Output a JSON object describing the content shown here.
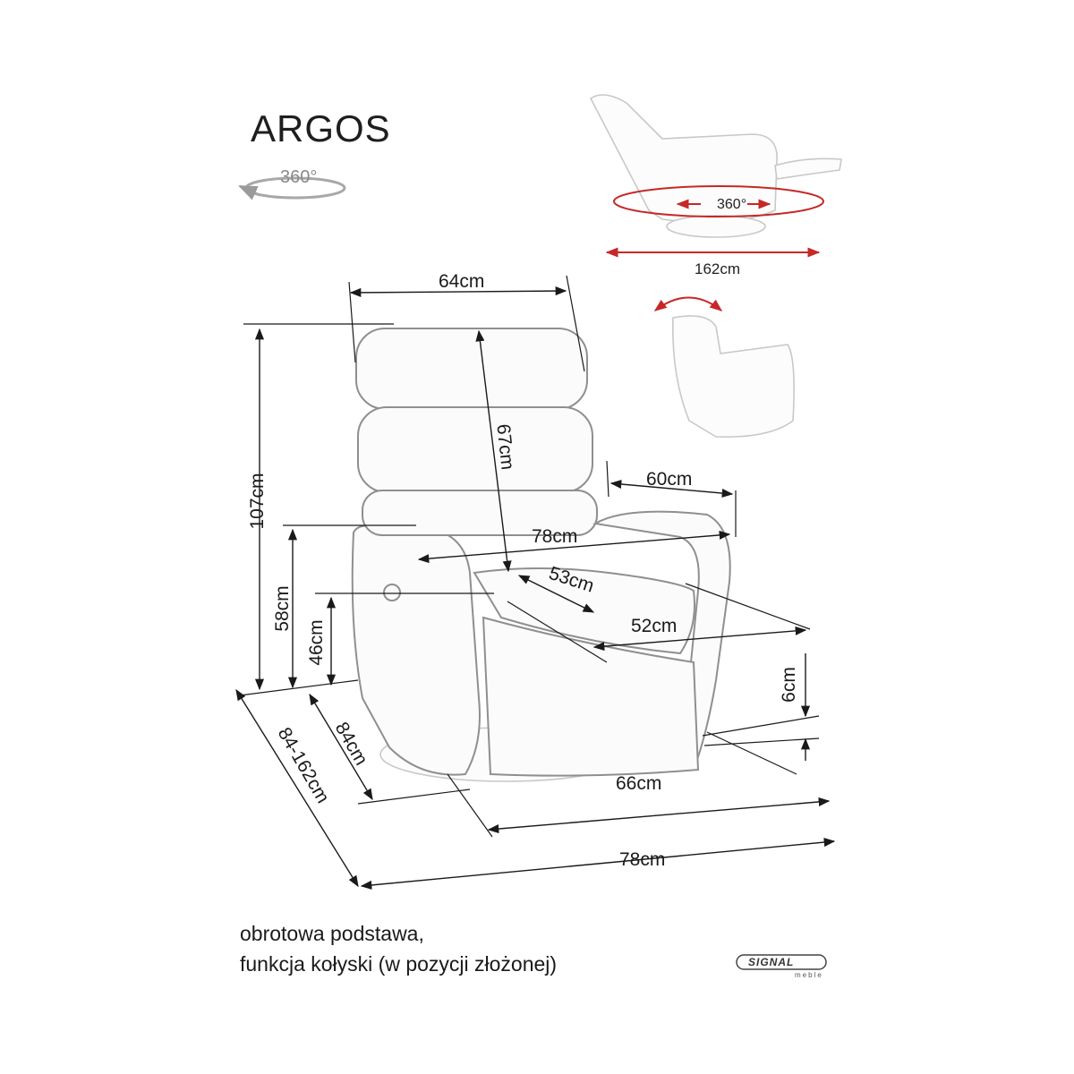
{
  "product": {
    "name": "ARGOS",
    "rotation_label": "360°"
  },
  "dimensions": {
    "top_width": "64cm",
    "total_height": "107cm",
    "backrest_height": "67cm",
    "armrest_depth": "60cm",
    "inner_width": "78cm",
    "seat_depth": "53cm",
    "seat_height_arm": "58cm",
    "seat_height": "46cm",
    "seat_width": "52cm",
    "base_clearance": "6cm",
    "side_depth": "84cm",
    "depth_range": "84-162cm",
    "front_width": "66cm",
    "total_width": "78cm"
  },
  "recline_view": {
    "rotation_label": "360°",
    "reclined_length": "162cm"
  },
  "notes": {
    "line1": "obrotowa podstawa,",
    "line2": "funkcja kołyski (w pozycji złożonej)"
  },
  "brand": {
    "name": "SIGNAL",
    "subname": "meble"
  },
  "colors": {
    "red_arrow": "#c62828",
    "text": "#1a1a1a"
  }
}
